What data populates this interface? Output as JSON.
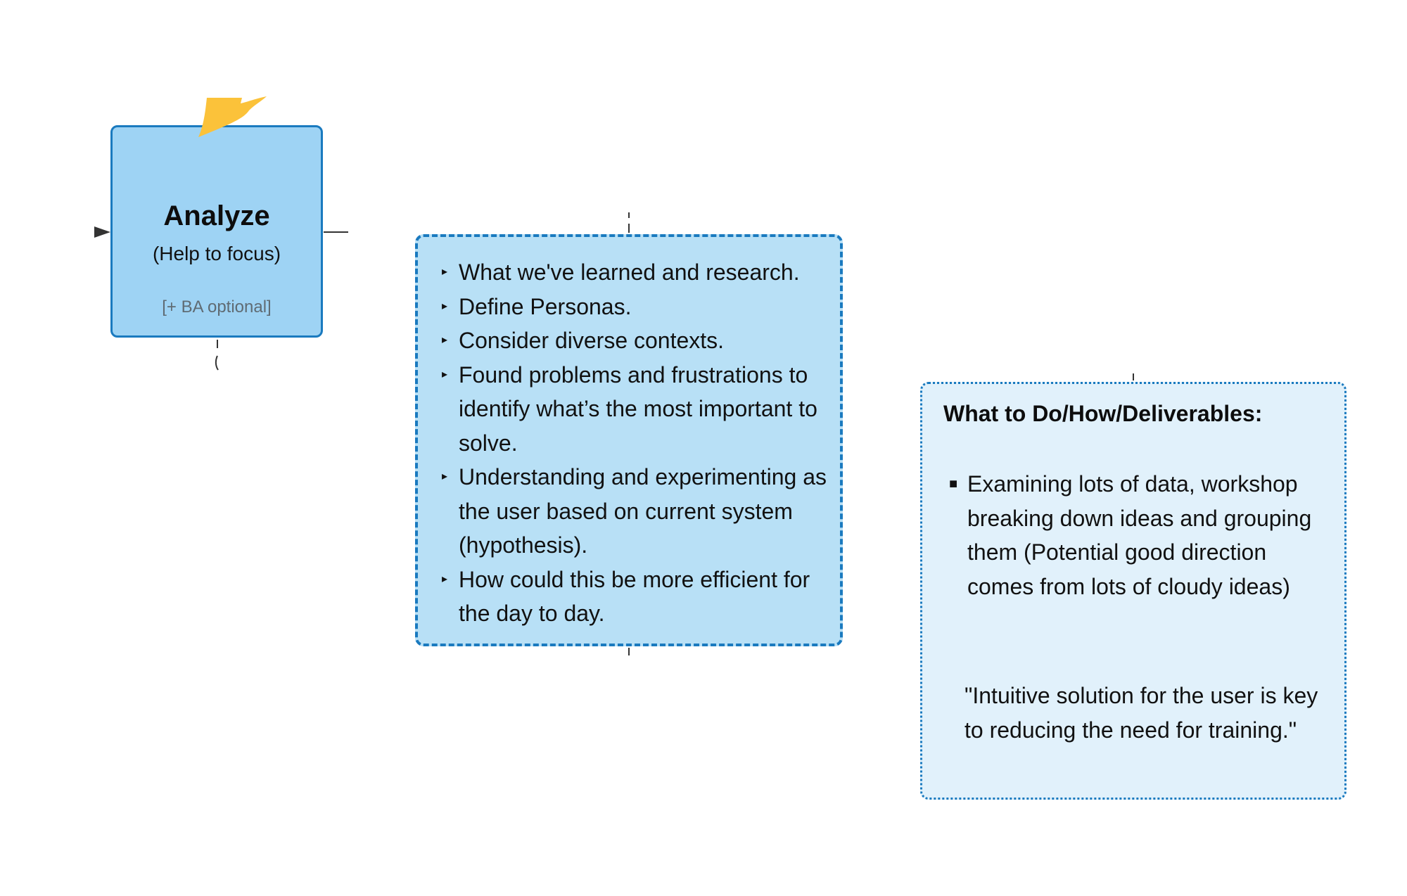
{
  "diagram": {
    "analyze_node": {
      "title": "Analyze",
      "subtitle": "(Help to focus)",
      "note": "[+ BA optional]"
    },
    "details_box": {
      "items": [
        "What we've learned and research.",
        "Define Personas.",
        "Consider diverse contexts.",
        "Found problems and frustrations to identify what’s the most important to solve.",
        "Understanding and experimenting as the user based on current system (hypothesis).",
        "How could this be more efficient for the day to day."
      ],
      "bullet_glyph": "▸"
    },
    "deliverables_box": {
      "heading": "What to Do/How/Deliverables:",
      "bullet_glyph": "■",
      "item": "Examining lots of data, workshop breaking down ideas and grouping them (Potential good direction comes from lots of cloudy ideas)",
      "quote": "\"Intuitive solution for the user is key to reducing the need for training.\""
    },
    "colors": {
      "primary_fill": "#9ed3f4",
      "secondary_fill": "#b8e0f6",
      "tertiary_fill": "#e1f1fb",
      "border": "#1a7abf",
      "accent_tag": "#fbc23a",
      "connector": "#333333"
    }
  }
}
